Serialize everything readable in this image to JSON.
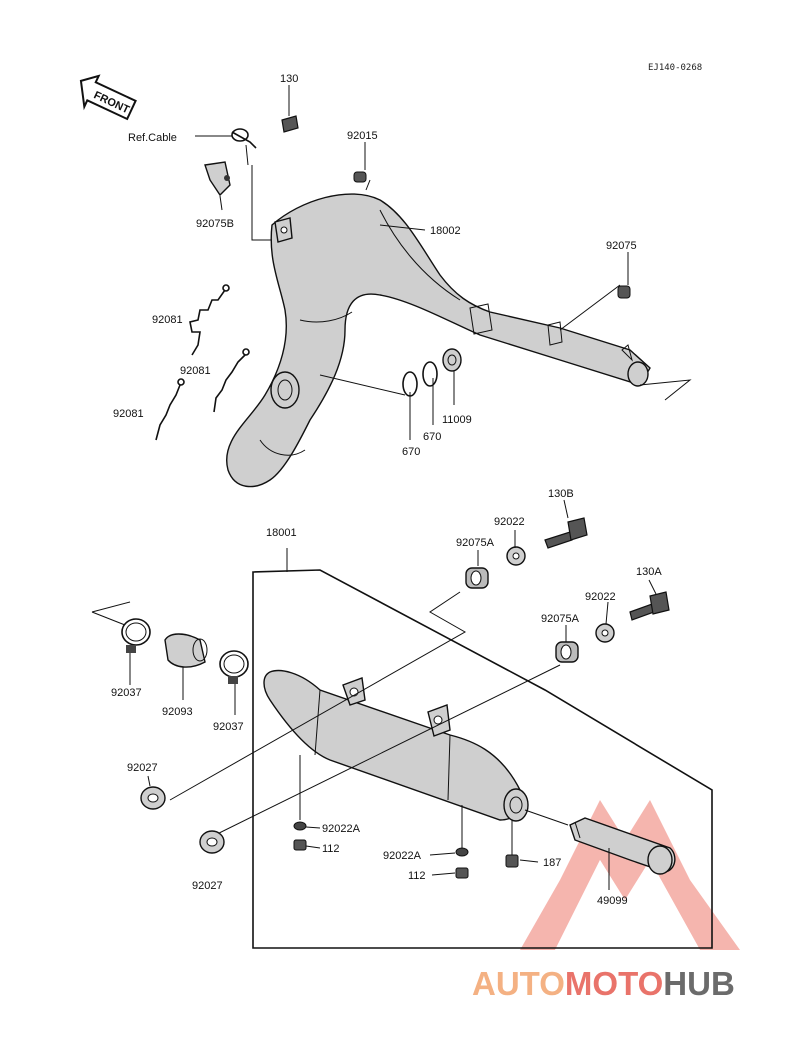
{
  "diagram": {
    "code": "EJ140-0268",
    "front_label": "FRONT",
    "labels": {
      "p130": "130",
      "ref_cable": "Ref.Cable",
      "p92015": "92015",
      "p92075b": "92075B",
      "p18002": "18002",
      "p92075": "92075",
      "p92081_a": "92081",
      "p92081_b": "92081",
      "p92081_c": "92081",
      "p670_a": "670",
      "p670_b": "670",
      "p11009": "11009",
      "p18001": "18001",
      "p130b": "130B",
      "p92022_a": "92022",
      "p92075a_a": "92075A",
      "p130a": "130A",
      "p92022_b": "92022",
      "p92075a_b": "92075A",
      "p92037_a": "92037",
      "p92093": "92093",
      "p92037_b": "92037",
      "p92027_a": "92027",
      "p92027_b": "92027",
      "p92022a_a": "92022A",
      "p112_a": "112",
      "p92022a_b": "92022A",
      "p112_b": "112",
      "p187": "187",
      "p49099": "49099"
    }
  },
  "watermark": {
    "part1": "AUTO",
    "part2": "MOTO",
    "part3": "HUB",
    "color_orange": "#f4b183",
    "color_red": "#e9736a",
    "color_gray": "#6b6b6b"
  }
}
